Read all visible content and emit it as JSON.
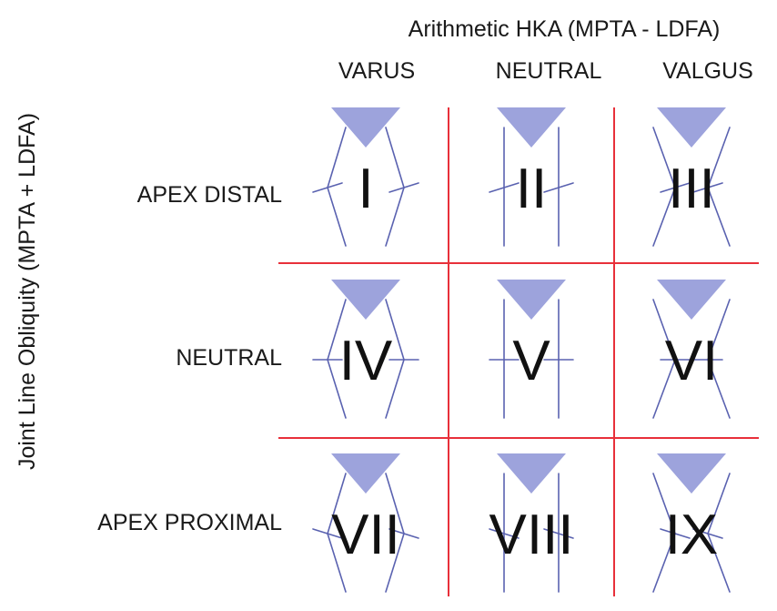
{
  "top_title": "Arithmetic HKA (MPTA - LDFA)",
  "side_title": "Joint Line Obliquity (MPTA + LDFA)",
  "columns": [
    "VARUS",
    "NEUTRAL",
    "VALGUS"
  ],
  "rows": [
    "APEX DISTAL",
    "NEUTRAL",
    "APEX PROXIMAL"
  ],
  "cells": [
    [
      "I",
      "II",
      "III"
    ],
    [
      "IV",
      "V",
      "VI"
    ],
    [
      "VII",
      "VIII",
      "IX"
    ]
  ],
  "colors": {
    "grid": "#e8303a",
    "bone_line": "#5a62b0",
    "patella": "#9da3dc",
    "text": "#1a1a1a"
  }
}
